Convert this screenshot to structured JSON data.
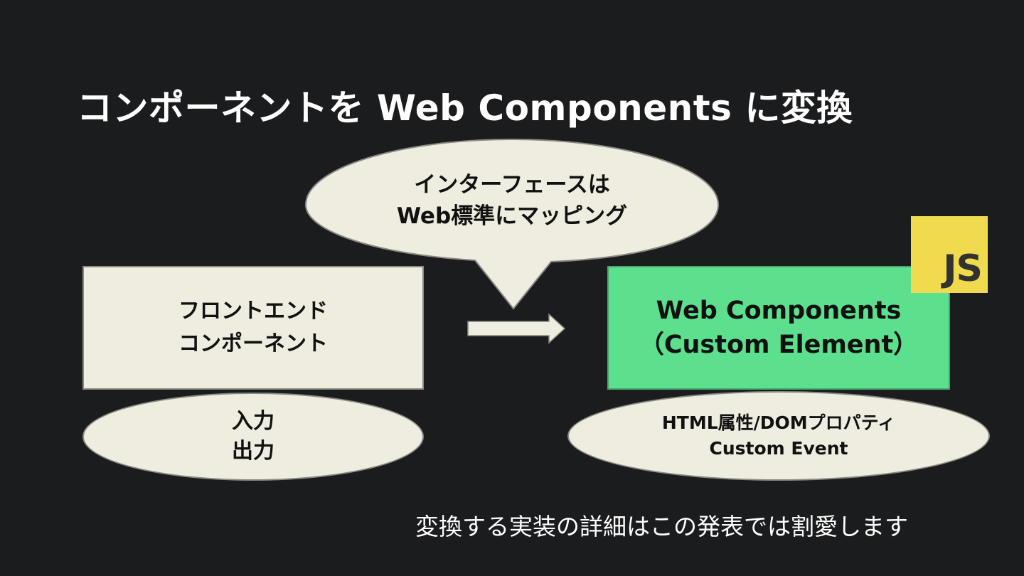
{
  "slide": {
    "title": "コンポーネントを Web Components に変換",
    "bubble": {
      "line1": "インターフェースは",
      "line2": "Web標準にマッピング"
    },
    "left_box": {
      "line1": "フロントエンド",
      "line2": "コンポーネント"
    },
    "right_box": {
      "line1": "Web Components",
      "line2": "（Custom Element）"
    },
    "js_badge": "JS",
    "left_ellipse": {
      "line1": "入力",
      "line2": "出力"
    },
    "right_ellipse": {
      "line1": "HTML属性/DOMプロパティ",
      "line2": "Custom Event"
    },
    "note": "変換する実装の詳細はこの発表では割愛します",
    "colors": {
      "background": "#1b1c1e",
      "cream": "#efeddf",
      "green": "#5ce08e",
      "js_yellow": "#f0db4f",
      "js_text": "#323330"
    }
  }
}
